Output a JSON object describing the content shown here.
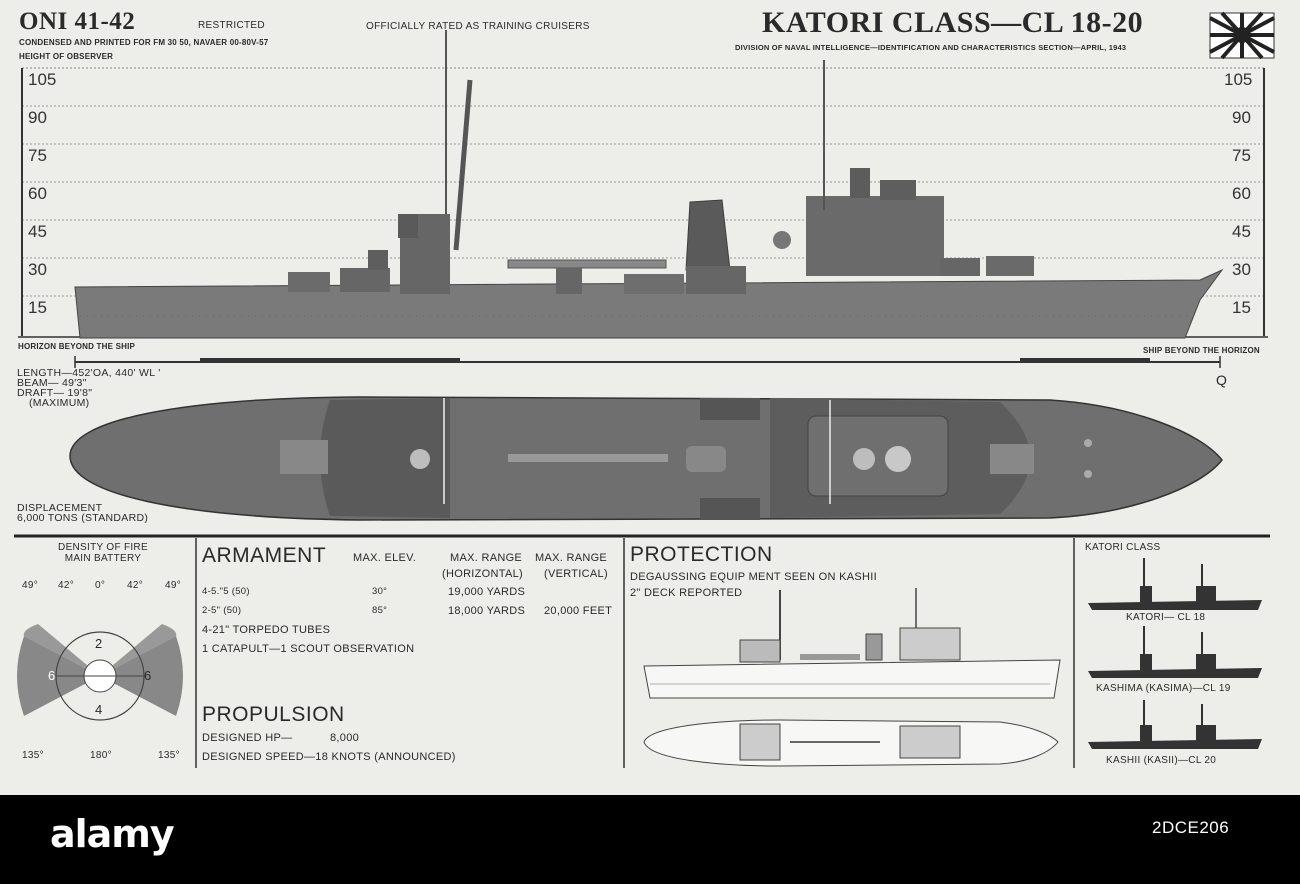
{
  "header": {
    "doc_number": "ONI 41-42",
    "classification": "RESTRICTED",
    "print_note": "CONDENSED AND PRINTED FOR FM 30 50, NAVAER 00-80V-57",
    "height_label": "HEIGHT OF OBSERVER",
    "rating_note": "OFFICIALLY   RATED AS TRAINING CRUISERS",
    "class_title": "KATORI CLASS—CL 18-20",
    "source_line": "DIVISION OF NAVAL INTELLIGENCE—IDENTIFICATION AND CHARACTERISTICS SECTION—APRIL, 1943"
  },
  "height_scale": [
    "105",
    "90",
    "75",
    "60",
    "45",
    "30",
    "15"
  ],
  "profile": {
    "horizon_left": "HORIZON BEYOND THE SHIP",
    "horizon_right": "SHIP BEYOND THE HORIZON",
    "scale_end": "Q"
  },
  "dimensions": {
    "length": "LENGTH—452'OA, 440' WL '",
    "beam": "BEAM—    49'3\"",
    "draft": "DRAFT—    19'8\"",
    "draft_note": "(MAXIMUM)",
    "displacement_label": "DISPLACEMENT",
    "displacement_value": "6,000 TONS (STANDARD)"
  },
  "density_of_fire": {
    "title1": "DENSITY OF FIRE",
    "title2": "MAIN BATTERY",
    "angles_top": [
      "49°",
      "42°",
      "0°",
      "42°",
      "49°"
    ],
    "sectors": [
      "2",
      "6",
      "6",
      "4"
    ],
    "angles_bottom": [
      "135°",
      "180°",
      "135°"
    ]
  },
  "armament": {
    "heading": "ARMAMENT",
    "col_elev": "MAX. ELEV.",
    "col_range_h": "MAX. RANGE",
    "col_range_h_sub": "(HORIZONTAL)",
    "col_range_v": "MAX. RANGE",
    "col_range_v_sub": "(VERTICAL)",
    "rows": [
      {
        "gun": "4-5.\"5 (50)",
        "elev": "30°",
        "range_h": "19,000 YARDS",
        "range_v": ""
      },
      {
        "gun": "2-5\" (50)",
        "elev": "85°",
        "range_h": "18,000 YARDS",
        "range_v": "20,000 FEET"
      }
    ],
    "torpedoes": "4-21\" TORPEDO TUBES",
    "catapult": "1 CATAPULT—1 SCOUT OBSERVATION"
  },
  "propulsion": {
    "heading": "PROPULSION",
    "hp_label": "DESIGNED HP—",
    "hp_value": "8,000",
    "speed": "DESIGNED SPEED—18 KNOTS (ANNOUNCED)"
  },
  "protection": {
    "heading": "PROTECTION",
    "degaussing": "DEGAUSSING EQUIP   MENT SEEN ON      KASHII",
    "deck": "2\" DECK REPORTED"
  },
  "class_list": {
    "heading": "KATORI CLASS",
    "ships": [
      "KATORI— CL 18",
      "KASHIMA (KASIMA)—CL 19",
      "KASHII (KASII)—CL 20"
    ]
  },
  "footer": {
    "brand": "alamy",
    "code": "2DCE206"
  }
}
